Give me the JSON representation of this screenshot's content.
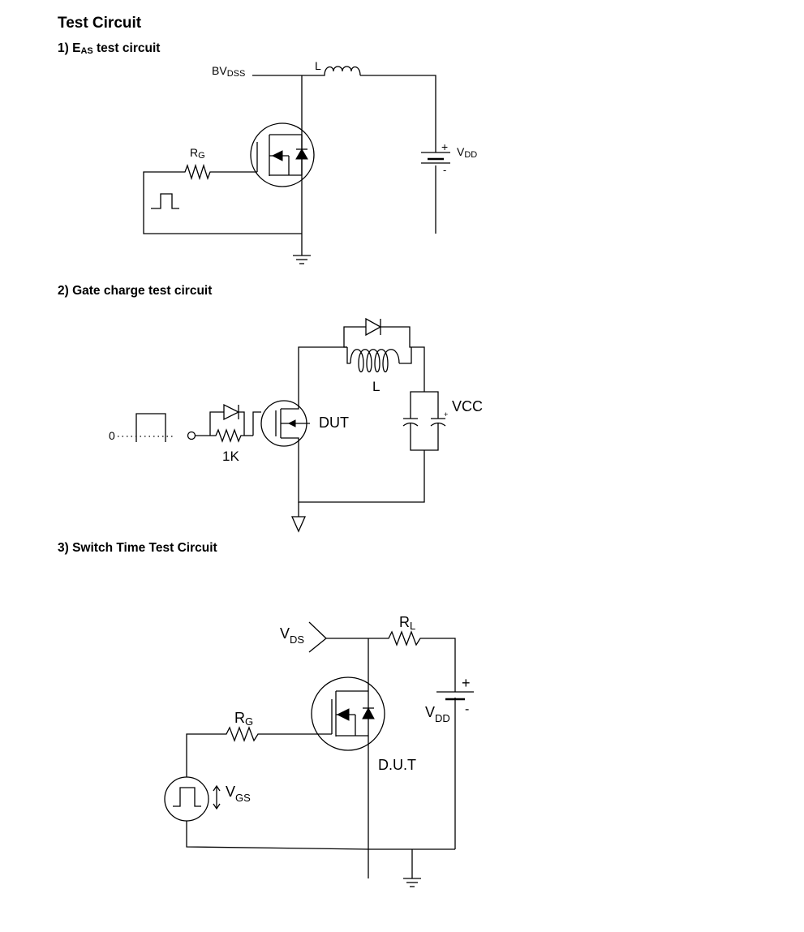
{
  "title": "Test Circuit",
  "sections": [
    {
      "title_prefix": "1) E",
      "title_sub": "AS",
      "title_suffix": " test circuit",
      "labels": {
        "bv_main": "BV",
        "bv_sub": "DSS",
        "inductor": "L",
        "rg_main": "R",
        "rg_sub": "G",
        "vdd_plus": "+",
        "vdd_main": "V",
        "vdd_sub": "DD",
        "vdd_minus": "-"
      }
    },
    {
      "title": "2) Gate charge test circuit",
      "labels": {
        "zero": "0",
        "resistor": "1K",
        "dut": "DUT",
        "inductor": "L",
        "vcc": "VCC",
        "cap_plus": "+"
      }
    },
    {
      "title": "3) Switch Time Test Circuit",
      "labels": {
        "vds_main": "V",
        "vds_sub": "DS",
        "rl_main": "R",
        "rl_sub": "L",
        "plus": "+",
        "minus": "-",
        "vdd_main": "V",
        "vdd_sub": "DD",
        "rg_main": "R",
        "rg_sub": "G",
        "dut": "D.U.T",
        "vgs_main": "V",
        "vgs_sub": "GS"
      }
    }
  ]
}
